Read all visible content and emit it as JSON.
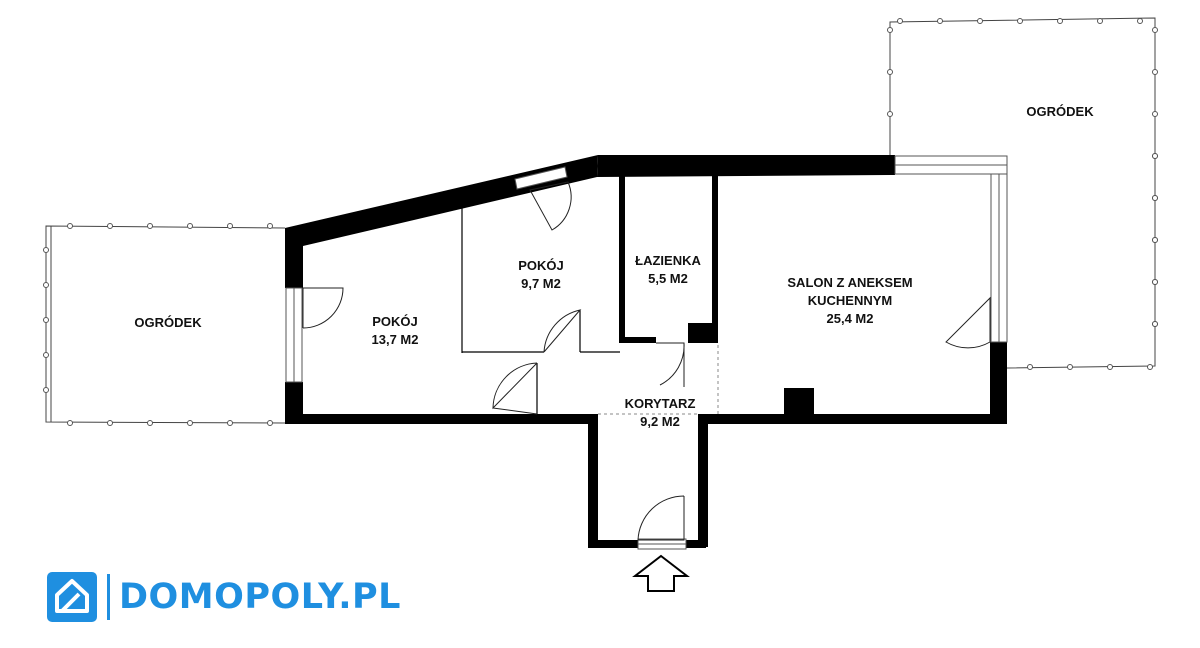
{
  "colors": {
    "brand": "#1f8fe0",
    "wall": "#000000"
  },
  "rooms": {
    "garden_left": {
      "name": "OGRÓDEK"
    },
    "garden_right": {
      "name": "OGRÓDEK"
    },
    "room_large": {
      "name": "POKÓJ",
      "area": "13,7 M2"
    },
    "room_small": {
      "name": "POKÓJ",
      "area": "9,7 M2"
    },
    "bathroom": {
      "name": "ŁAZIENKA",
      "area": "5,5 M2"
    },
    "living": {
      "line1": "SALON Z ANEKSEM",
      "line2": "KUCHENNYM",
      "area": "25,4 M2"
    },
    "corridor": {
      "name": "KORYTARZ",
      "area": "9,2 M2"
    }
  },
  "entrance": {
    "icon": "entrance-arrow-icon"
  },
  "logo": {
    "icon": "house-logo-icon",
    "text": "DOMOPOLY.PL"
  }
}
